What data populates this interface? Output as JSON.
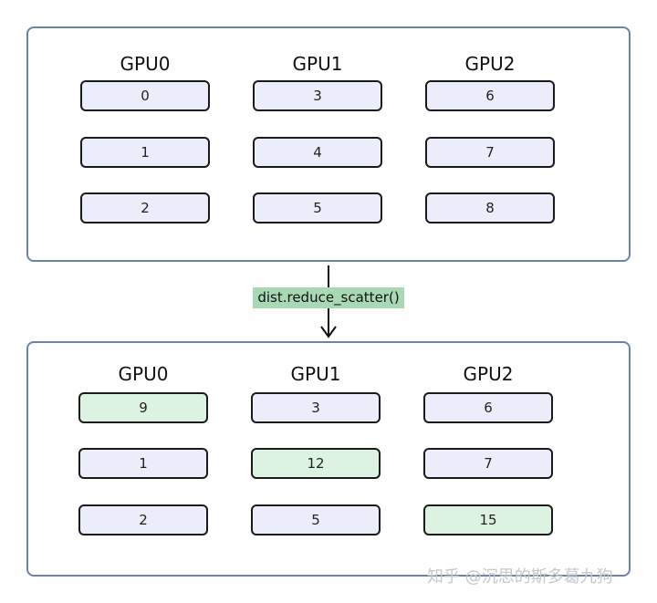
{
  "before": {
    "columns": [
      {
        "title": "GPU0",
        "cells": [
          "0",
          "1",
          "2"
        ],
        "highlight": [
          false,
          false,
          false
        ]
      },
      {
        "title": "GPU1",
        "cells": [
          "3",
          "4",
          "5"
        ],
        "highlight": [
          false,
          false,
          false
        ]
      },
      {
        "title": "GPU2",
        "cells": [
          "6",
          "7",
          "8"
        ],
        "highlight": [
          false,
          false,
          false
        ]
      }
    ]
  },
  "operation": {
    "label": "dist.reduce_scatter()"
  },
  "after": {
    "columns": [
      {
        "title": "GPU0",
        "cells": [
          "9",
          "1",
          "2"
        ],
        "highlight": [
          true,
          false,
          false
        ]
      },
      {
        "title": "GPU1",
        "cells": [
          "3",
          "12",
          "5"
        ],
        "highlight": [
          false,
          true,
          false
        ]
      },
      {
        "title": "GPU2",
        "cells": [
          "6",
          "7",
          "15"
        ],
        "highlight": [
          false,
          false,
          true
        ]
      }
    ]
  },
  "colors": {
    "cell_default": "#ecedfb",
    "cell_highlight": "#ddf3e2",
    "panel_border": "#6a83ad",
    "label_bg": "#a9d8b5"
  },
  "watermark": "知乎 @沉思的斯多葛九狗"
}
